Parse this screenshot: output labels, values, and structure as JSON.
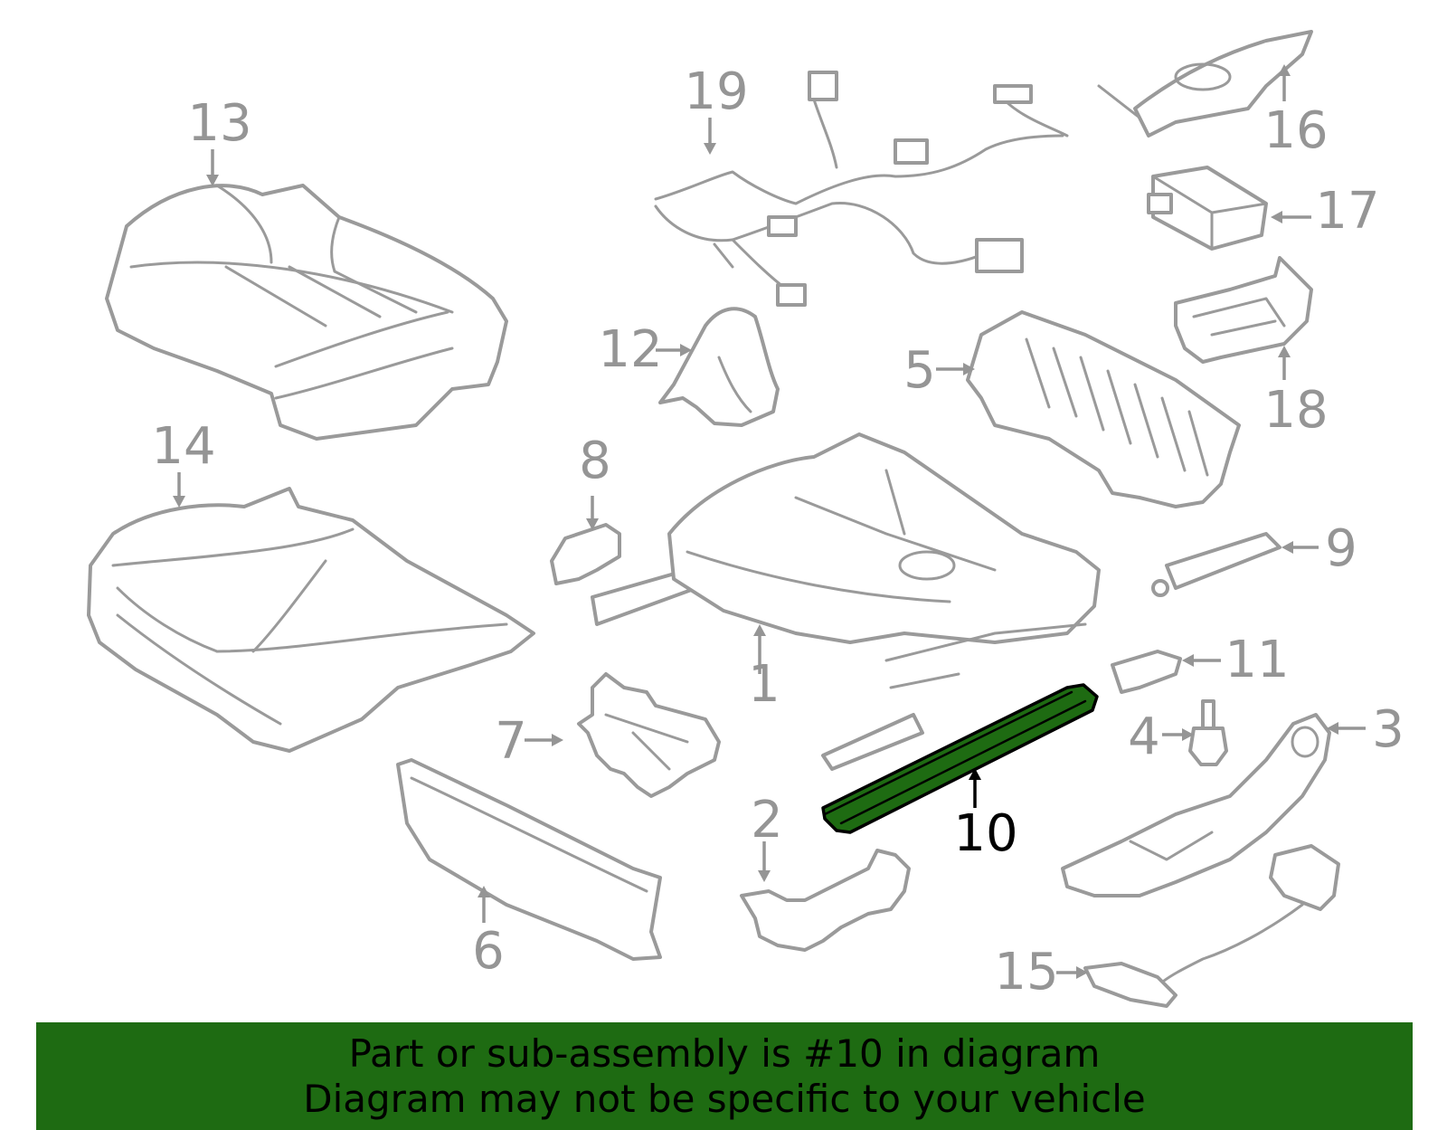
{
  "diagram": {
    "highlighted_part": "10",
    "highlight_color": "#1e6b12",
    "line_color": "#9a9a9a",
    "callouts": {
      "c1": "1",
      "c2": "2",
      "c3": "3",
      "c4": "4",
      "c5": "5",
      "c6": "6",
      "c7": "7",
      "c8": "8",
      "c9": "9",
      "c10": "10",
      "c11": "11",
      "c12": "12",
      "c13": "13",
      "c14": "14",
      "c15": "15",
      "c16": "16",
      "c17": "17",
      "c18": "18",
      "c19": "19"
    }
  },
  "banner": {
    "background": "#1e6b12",
    "line1": "Part or sub-assembly is #10 in diagram",
    "line2": "Diagram may not be specific to your vehicle"
  }
}
